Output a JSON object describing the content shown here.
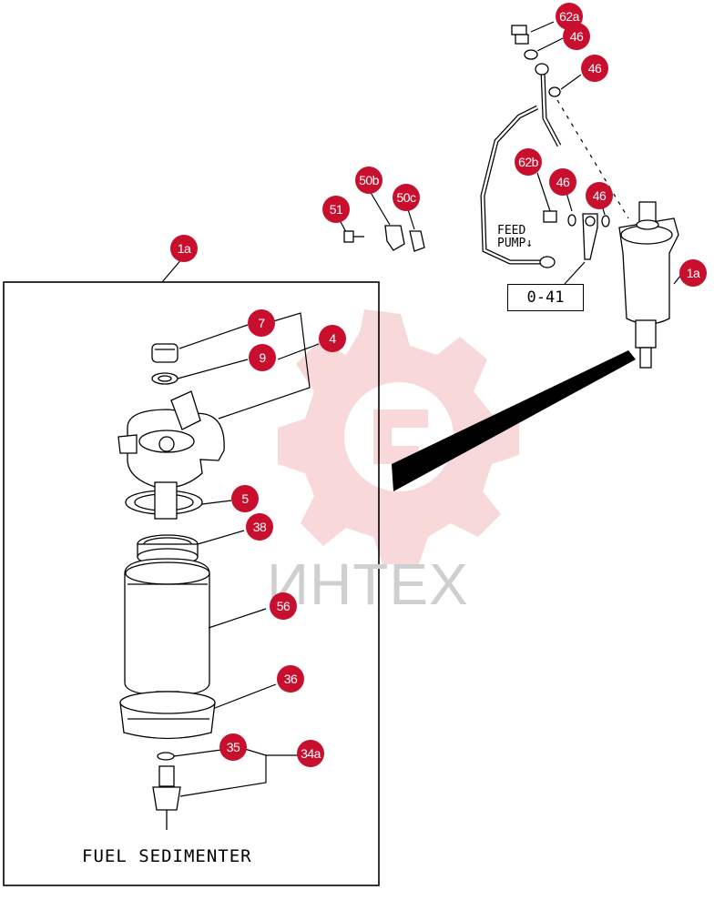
{
  "diagram": {
    "caption": "FUEL SEDIMENTER",
    "feed_pump_label_line1": "FEED",
    "feed_pump_label_line2": "PUMP↓",
    "reference": "0-41",
    "watermark": "ИНТЕХ",
    "callouts": [
      {
        "id": "c-1a-top",
        "label": "1a"
      },
      {
        "id": "c-62a",
        "label": "62a"
      },
      {
        "id": "c-46-a",
        "label": "46"
      },
      {
        "id": "c-46-b",
        "label": "46"
      },
      {
        "id": "c-62b",
        "label": "62b"
      },
      {
        "id": "c-46-c",
        "label": "46"
      },
      {
        "id": "c-46-d",
        "label": "46"
      },
      {
        "id": "c-1a-right",
        "label": "1a"
      },
      {
        "id": "c-50b",
        "label": "50b"
      },
      {
        "id": "c-50c",
        "label": "50c"
      },
      {
        "id": "c-51",
        "label": "51"
      },
      {
        "id": "c-7",
        "label": "7"
      },
      {
        "id": "c-4",
        "label": "4"
      },
      {
        "id": "c-9",
        "label": "9"
      },
      {
        "id": "c-5",
        "label": "5"
      },
      {
        "id": "c-38",
        "label": "38"
      },
      {
        "id": "c-56",
        "label": "56"
      },
      {
        "id": "c-36",
        "label": "36"
      },
      {
        "id": "c-35",
        "label": "35"
      },
      {
        "id": "c-34a",
        "label": "34a"
      }
    ],
    "colors": {
      "callout": "#c8102e",
      "watermark": "#f4c6c6",
      "line": "#000000"
    }
  }
}
